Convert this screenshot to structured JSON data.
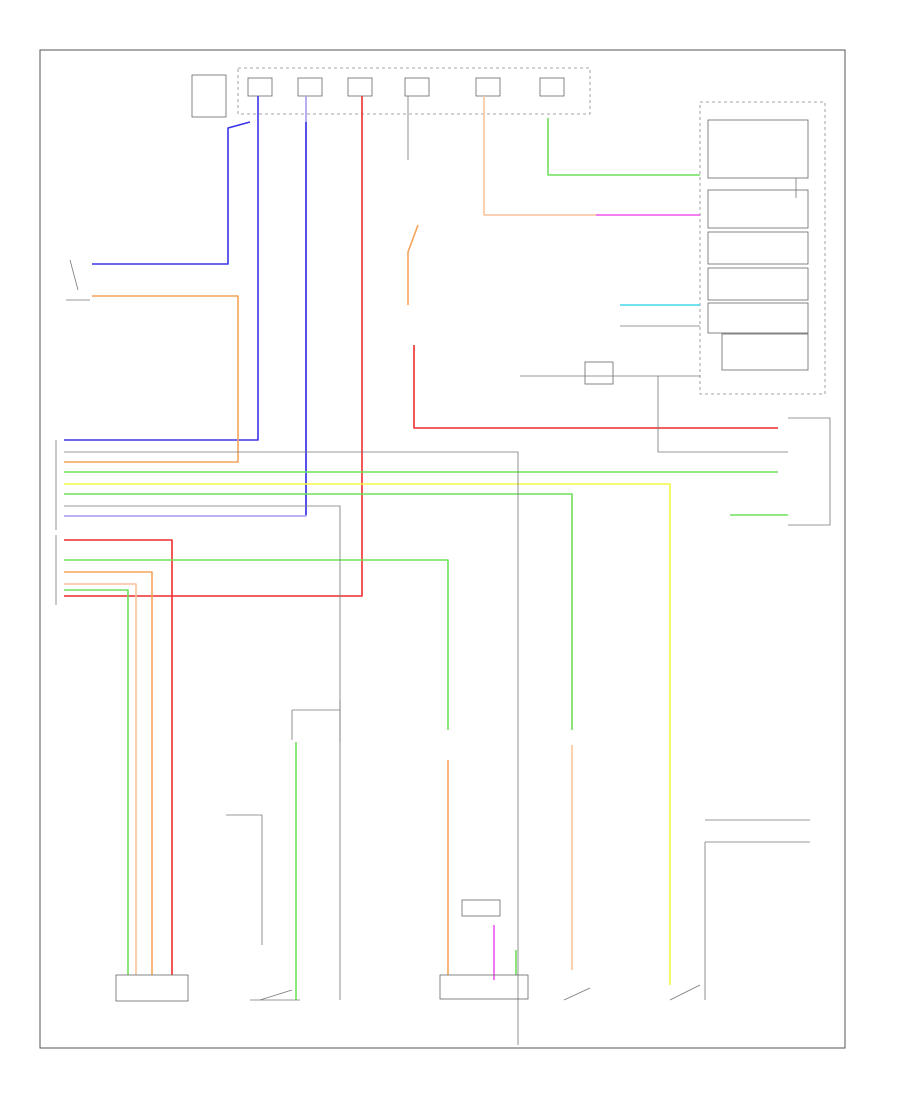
{
  "colors": {
    "blue": "#3a35e8",
    "violet": "#a49cf0",
    "orange": "#f5a45a",
    "red": "#ee2d2d",
    "green": "#6ee05a",
    "yellow": "#f5f545",
    "pink": "#ee55ee",
    "cyan": "#44d8e8",
    "peach": "#f8c49a",
    "gray": "#888888"
  },
  "icons": [
    "ground-symbol",
    "switch-contact",
    "connector-block",
    "fuse-block"
  ]
}
